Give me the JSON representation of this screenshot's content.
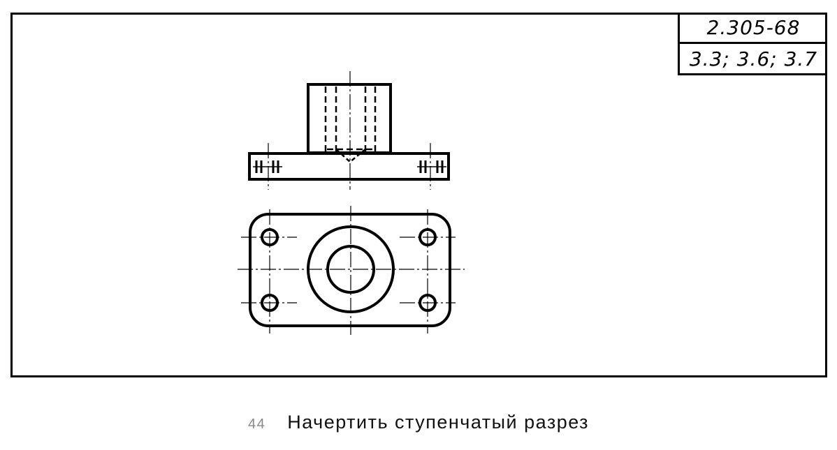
{
  "stamp": {
    "standard": "2.305-68",
    "clauses": "3.3; 3.6; 3.7"
  },
  "caption": {
    "number": "44",
    "text": "Начертить ступенчатый разрез"
  },
  "colors": {
    "ink": "#000000",
    "paper": "#ffffff"
  }
}
